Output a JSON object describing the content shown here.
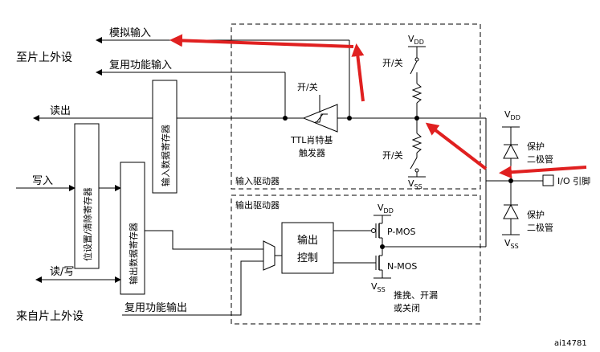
{
  "left_labels": {
    "to_peripheral": "至片上外设",
    "from_peripheral": "来自片上外设",
    "read_out": "读出",
    "write_in": "写入",
    "read_write": "读/写"
  },
  "signals": {
    "analog_in": "模拟输入",
    "alt_func_in": "复用功能输入",
    "alt_func_out": "复用功能输出"
  },
  "registers": {
    "input_data_reg": "输入数据寄存器",
    "bit_set_reset_reg": "位设置/清除寄存器",
    "output_data_reg": "输出数据寄存器"
  },
  "input_driver": {
    "section_label": "输入驱动器",
    "switch_label": "开/关",
    "schmitt_line1": "TTL肖特基",
    "schmitt_line2": "触发器",
    "pullup_switch": "开/关",
    "pulldown_switch": "开/关",
    "vdd": "V",
    "vdd_sub": "DD",
    "vss": "V",
    "vss_sub": "SS"
  },
  "output_driver": {
    "section_label": "输出驱动器",
    "control_line1": "输出",
    "control_line2": "控制",
    "pmos": "P-MOS",
    "nmos": "N-MOS",
    "mode_line1": "推挽、开漏",
    "mode_line2": "或关闭",
    "vdd": "V",
    "vdd_sub": "DD",
    "vss": "V",
    "vss_sub": "SS"
  },
  "protection": {
    "diode_top_line1": "保护",
    "diode_top_line2": "二极管",
    "diode_bottom_line1": "保护",
    "diode_bottom_line2": "二极管",
    "vdd": "V",
    "vdd_sub": "DD",
    "vss": "V",
    "vss_sub": "SS"
  },
  "io_pin": "I/O 引脚",
  "figure_id": "ai14781",
  "annotation_color": "#e02020"
}
